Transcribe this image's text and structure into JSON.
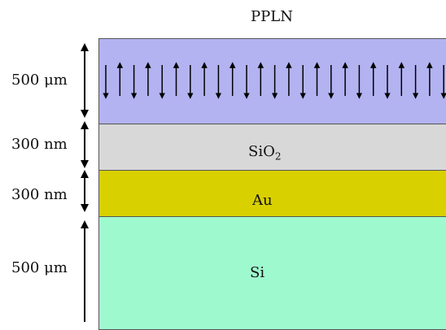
{
  "diagram": {
    "title": "PPLN",
    "layers": [
      {
        "name": "ppln",
        "label": "",
        "thickness": "500 μm",
        "color": "#b3b3f2"
      },
      {
        "name": "sio2",
        "label": "SiO",
        "subscript": "2",
        "thickness": "300 nm",
        "color": "#d8d8d8"
      },
      {
        "name": "au",
        "label": "Au",
        "thickness": "300 nm",
        "color": "#d9d000"
      },
      {
        "name": "si",
        "label": "Si",
        "thickness": "500 μm",
        "color": "#9ff9cf"
      }
    ],
    "domain_arrows": {
      "count": 25,
      "pattern": [
        "down",
        "up"
      ],
      "color": "#000000"
    }
  }
}
